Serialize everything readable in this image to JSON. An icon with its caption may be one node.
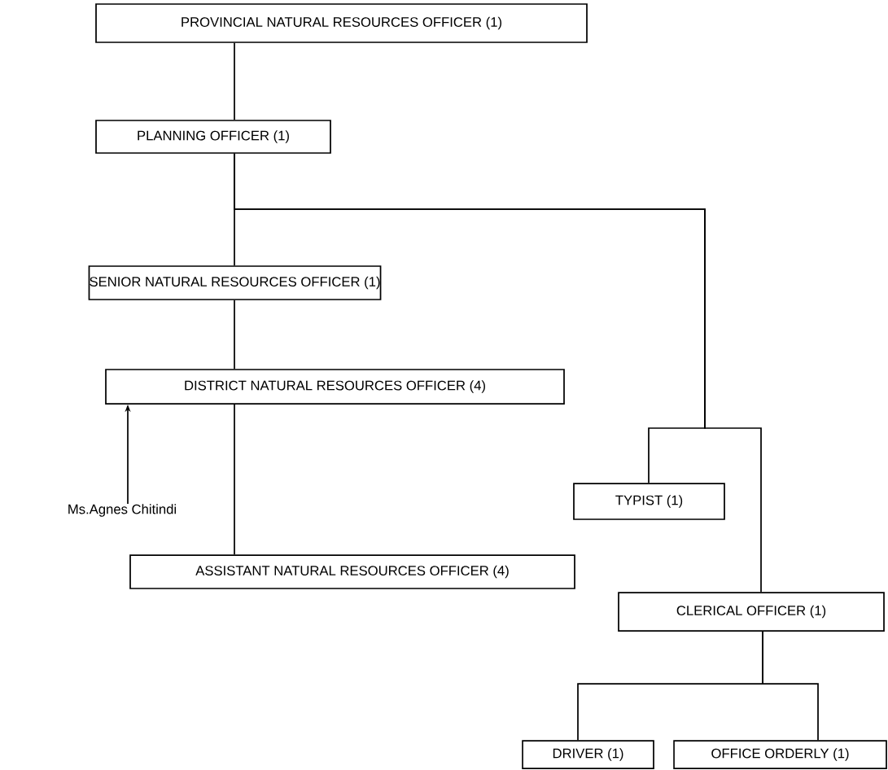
{
  "diagram": {
    "nodes": [
      {
        "text": [
          "PROVINCIAL NATURAL RESOURCES OFFICER (1)"
        ]
      },
      {
        "text": [
          "PLANNING OFFICER (1)"
        ]
      },
      {
        "text": [
          "SENIOR NATURAL RESOURCES OFFICER (1)"
        ]
      },
      {
        "text": [
          "DISTRICT NATURAL RESOURCES OFFICER (4)"
        ]
      },
      {
        "text": [
          "ASSISTANT NATURAL RESOURCES OFFICER (4)"
        ]
      },
      {
        "text": [
          "TYPIST (1)"
        ]
      },
      {
        "text": [
          "CLERICAL OFFICER (1)"
        ]
      },
      {
        "text": [
          "DRIVER (1)"
        ]
      },
      {
        "text": [
          "OFFICE ORDERLY (1)"
        ]
      },
      {
        "text": [
          "Ms.Agnes Chitindi"
        ]
      }
    ],
    "edges": [
      {
        "from": 0,
        "to": 1,
        "arrow": "none"
      },
      {
        "from": 1,
        "to": 2,
        "arrow": "none"
      },
      {
        "from": 1,
        "to": 5,
        "arrow": "none"
      },
      {
        "from": 1,
        "to": 6,
        "arrow": "none"
      },
      {
        "from": 2,
        "to": 3,
        "arrow": "none"
      },
      {
        "from": 3,
        "to": 4,
        "arrow": "none"
      },
      {
        "from": 6,
        "to": 7,
        "arrow": "none"
      },
      {
        "from": 6,
        "to": 8,
        "arrow": "none"
      },
      {
        "from": 9,
        "to": 3,
        "arrow": "to"
      }
    ]
  }
}
